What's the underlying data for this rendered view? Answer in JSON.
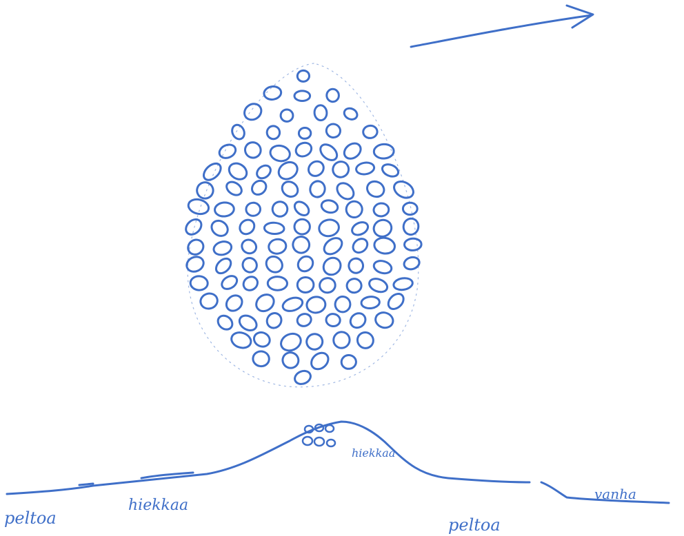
{
  "labels": {
    "peltoa_left": "peltoa",
    "hiekkaa_left": "hiekkaa",
    "hiekkaa_mound": "hiekkaa",
    "peltoa_right": "peltoa",
    "vanha": "vanha"
  },
  "colors": {
    "ink": "#3f6fc8",
    "paper": "#ffffff"
  }
}
